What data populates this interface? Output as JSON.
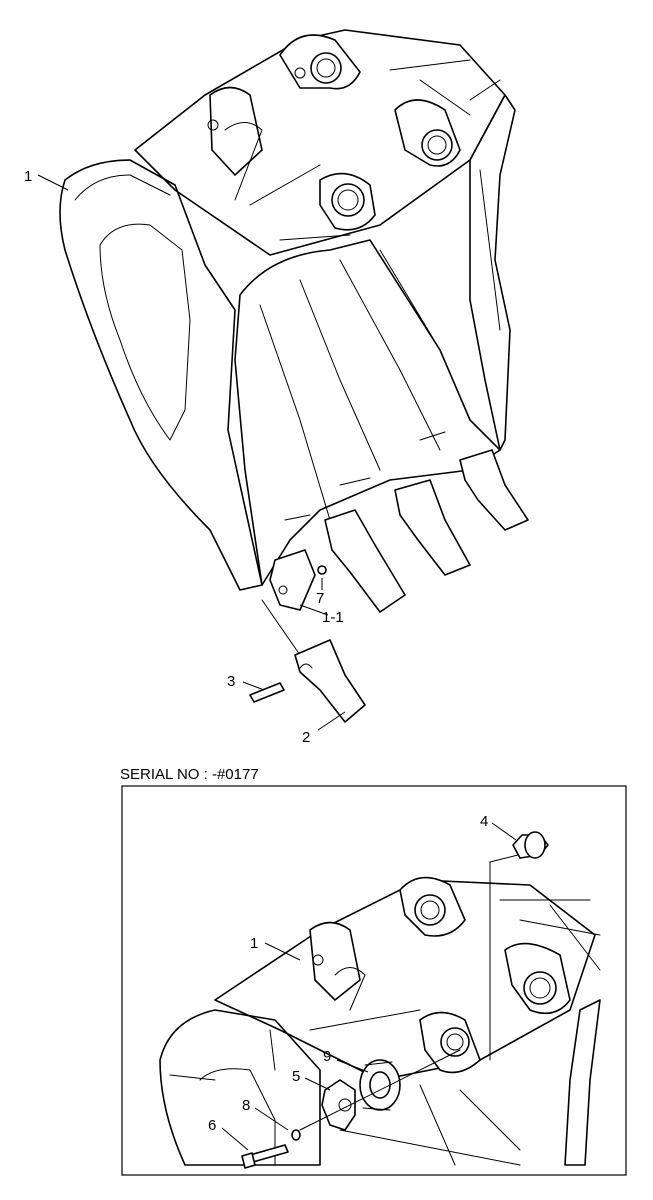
{
  "serial_note": "SERIAL NO : -#0177",
  "callouts_top": {
    "c1": "1",
    "c1_1": "1-1",
    "c2": "2",
    "c3": "3",
    "c7": "7"
  },
  "callouts_inset": {
    "c1": "1",
    "c4": "4",
    "c5": "5",
    "c6": "6",
    "c8": "8",
    "c9": "9"
  }
}
